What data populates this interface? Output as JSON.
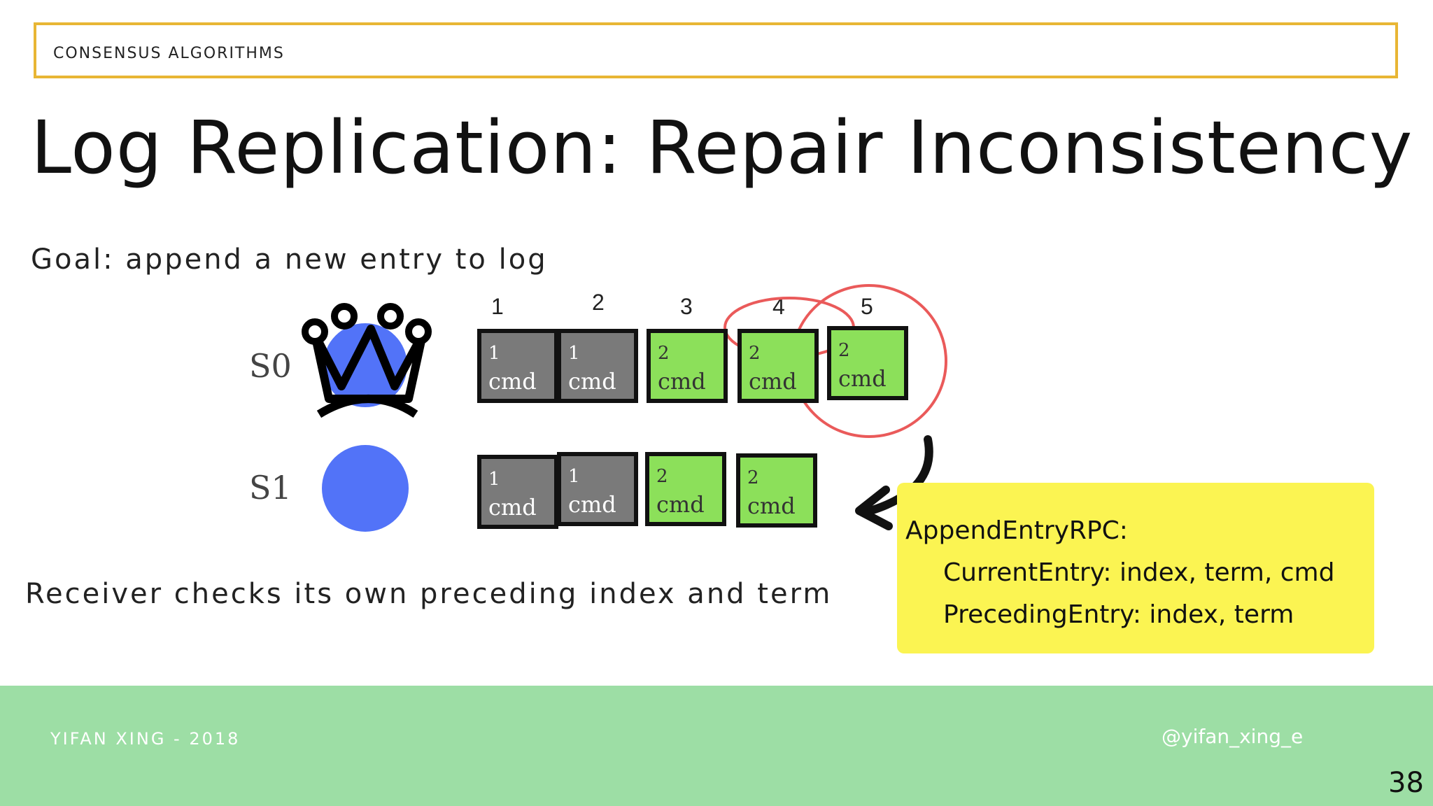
{
  "header": {
    "section": "CONSENSUS ALGORITHMS"
  },
  "title": "Log Replication: Repair Inconsistency",
  "goal": "Goal: append a new entry to log",
  "receiver_note": "Receiver checks its own preceding index and term",
  "indices": [
    "1",
    "2",
    "3",
    "4",
    "5"
  ],
  "servers": [
    {
      "label": "S0",
      "role_icon": "crown-icon",
      "entries": [
        {
          "term": "1",
          "cmd": "cmd",
          "color": "#7a7a7a"
        },
        {
          "term": "1",
          "cmd": "cmd",
          "color": "#7a7a7a"
        },
        {
          "term": "2",
          "cmd": "cmd",
          "color": "#8ce05a"
        },
        {
          "term": "2",
          "cmd": "cmd",
          "color": "#8ce05a"
        },
        {
          "term": "2",
          "cmd": "cmd",
          "color": "#8ce05a"
        }
      ]
    },
    {
      "label": "S1",
      "entries": [
        {
          "term": "1",
          "cmd": "cmd",
          "color": "#7a7a7a"
        },
        {
          "term": "1",
          "cmd": "cmd",
          "color": "#7a7a7a"
        },
        {
          "term": "2",
          "cmd": "cmd",
          "color": "#8ce05a"
        },
        {
          "term": "2",
          "cmd": "cmd",
          "color": "#8ce05a"
        }
      ]
    }
  ],
  "rpc": {
    "title": "AppendEntryRPC:",
    "current": "CurrentEntry: index, term, cmd",
    "preceding": "PrecedingEntry: index, term"
  },
  "footer": {
    "author": "YIFAN XING - 2018",
    "handle": "@yifan_xing_e"
  },
  "page_number": "38",
  "colors": {
    "header_border": "#e8b634",
    "server_node": "#5273f8",
    "highlight": "#ea5a5a",
    "rpc_bg": "#fbf452",
    "footer_bg": "#9ddea5"
  }
}
